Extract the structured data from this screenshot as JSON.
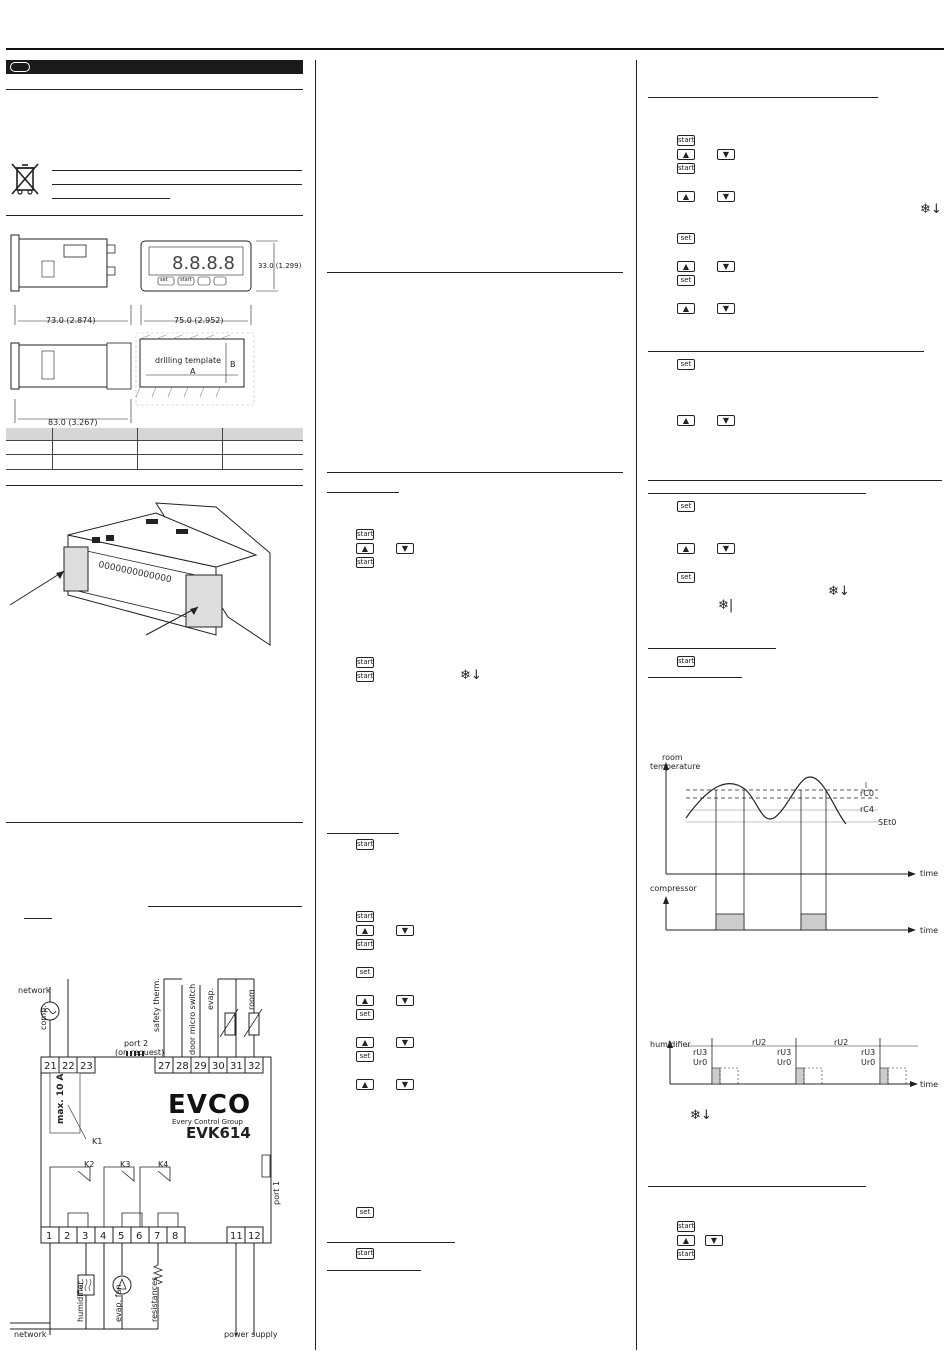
{
  "header_bar": {
    "label": ""
  },
  "dimensions": {
    "width_top": "73.0 (2.874)",
    "height_front": "33.0 (1.299)",
    "width_front": "75.0 (2.952)",
    "width_bottom": "83.0 (3.267)",
    "template_label": "drilling template",
    "dim_a": "A",
    "dim_b": "B"
  },
  "front_keys": {
    "set": "set",
    "start": "start"
  },
  "wiring": {
    "network_top": "network",
    "comp": "comp.",
    "port2": "port 2",
    "port2_sub": "(on request)",
    "safety_therm": "safety therm.",
    "door_micro": "door micro switch",
    "evap": "evap.",
    "room": "room",
    "terminals_top": [
      "21",
      "22",
      "23",
      "27",
      "28",
      "29",
      "30",
      "31",
      "32"
    ],
    "max_rating": "max. 10 A",
    "k1": "K1",
    "k2": "K2",
    "k3": "K3",
    "k4": "K4",
    "brand": "EVCO",
    "brand_sub": "Every Control Group",
    "model": "EVK614",
    "port1": "port 1",
    "terminals_bottom": [
      "1",
      "2",
      "3",
      "4",
      "5",
      "6",
      "7",
      "8",
      "11",
      "12"
    ],
    "humidifier": "humidifier",
    "evap_fan": "evap. fan",
    "resistances": "resistances",
    "network_bottom": "network",
    "power_supply": "power supply"
  },
  "keys": {
    "start": "start",
    "set": "set",
    "up": "▲",
    "down": "▼"
  },
  "chart1": {
    "ylabel_1": "room",
    "ylabel_2": "temperature",
    "xlabel": "time",
    "rc0": "rC0",
    "rc4": "rC4",
    "set0": "SEt0",
    "ylabel2": "compressor",
    "xlabel2": "time"
  },
  "chart2": {
    "ylabel": "humidifier",
    "xlabel": "time",
    "ru2": "rU2",
    "ru3": "rU3",
    "ur0": "Ur0"
  }
}
